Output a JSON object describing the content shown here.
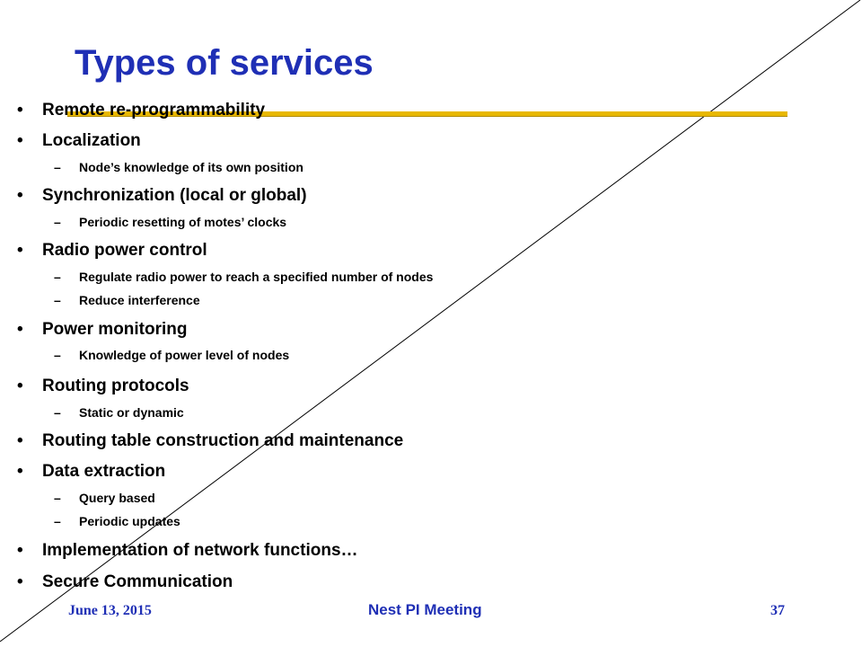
{
  "slide": {
    "title": "Types of services",
    "bullets": [
      {
        "level": 1,
        "marker": "•",
        "text": "Remote re-programmability"
      },
      {
        "level": 1,
        "marker": "•",
        "text": "Localization"
      },
      {
        "level": 2,
        "marker": "–",
        "text": "Node’s knowledge of its own position"
      },
      {
        "level": 1,
        "marker": "•",
        "text": "Synchronization (local or global)"
      },
      {
        "level": 2,
        "marker": "–",
        "text": "Periodic resetting of motes’ clocks"
      },
      {
        "level": 1,
        "marker": "•",
        "text": "Radio power control"
      },
      {
        "level": 2,
        "marker": "–",
        "text": "Regulate radio power to reach a specified number of nodes"
      },
      {
        "level": 2,
        "marker": "–",
        "text": "Reduce interference"
      },
      {
        "level": 1,
        "marker": "•",
        "text": "Power monitoring"
      },
      {
        "level": 2,
        "marker": "–",
        "text": "Knowledge of power level of nodes"
      },
      {
        "level": 1,
        "marker": "•",
        "text": "Routing protocols"
      },
      {
        "level": 2,
        "marker": "–",
        "text": "Static or dynamic"
      },
      {
        "level": 1,
        "marker": "•",
        "text": "Routing table construction and maintenance"
      },
      {
        "level": 1,
        "marker": "•",
        "text": "Data extraction"
      },
      {
        "level": 2,
        "marker": "–",
        "text": "Query based"
      },
      {
        "level": 2,
        "marker": "–",
        "text": "Periodic updates"
      },
      {
        "level": 1,
        "marker": "•",
        "text": "Implementation of network functions…"
      },
      {
        "level": 1,
        "marker": "•",
        "text": "Secure Communication"
      }
    ]
  },
  "footer": {
    "date": "June 13, 2015",
    "center": "Nest PI Meeting",
    "page": "37"
  },
  "colors": {
    "title": "#1f2fb5",
    "underline": "#e8b800",
    "body_text": "#000000",
    "diagonal": "#000000"
  }
}
